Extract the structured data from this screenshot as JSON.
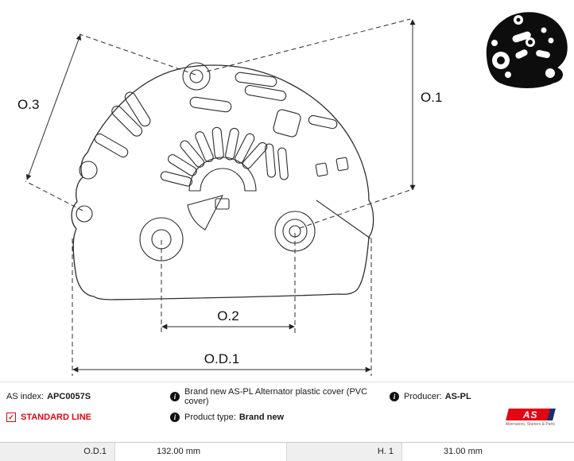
{
  "diagram": {
    "labels": {
      "o3": "O.3",
      "o1": "O.1",
      "o2": "O.2",
      "od1": "O.D.1"
    }
  },
  "info": {
    "as_index_label": "AS index:",
    "as_index_value": "APC0057S",
    "standard_line_label": "STANDARD LINE",
    "description": "Brand new AS-PL Alternator plastic cover (PVC cover)",
    "product_type_label": "Product type:",
    "product_type_value": "Brand new",
    "producer_label": "Producer:",
    "producer_value": "AS-PL"
  },
  "logo": {
    "text": "AS",
    "tagline": "Alternators, Starters & Parts"
  },
  "icons": {
    "info_glyph": "i",
    "check_glyph": "✓"
  },
  "table": {
    "rows": [
      {
        "label": "O.D.1",
        "value": "132.00 mm"
      },
      {
        "label": "H. 1",
        "value": "31.00 mm"
      }
    ]
  },
  "colors": {
    "accent_red": "#e30613",
    "line_dark": "#2d2d2d",
    "table_gray": "#efefef",
    "logo_blue": "#1b2f6e"
  }
}
